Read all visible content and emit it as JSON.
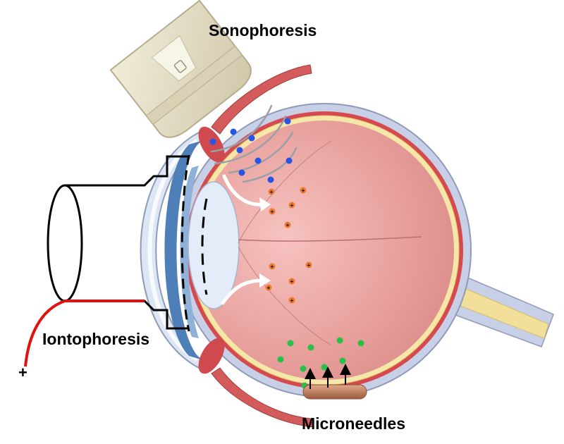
{
  "labels": {
    "sonophoresis": "Sonophoresis",
    "iontophoresis": "Iontophoresis",
    "microneedles": "Microneedles",
    "plus": "+",
    "particle_charge": "+"
  },
  "colors": {
    "sclera": "#c7d0e6",
    "choroid": "#d64a4f",
    "retina": "#f5e7a8",
    "vitreous": "#e9a3a0",
    "cornea": "#dde6f3",
    "lens": "#e3ecf8",
    "iris": "#4f7fb8",
    "probe": "#e6e0c8",
    "sono_particle": "#2756e6",
    "ionto_particle": "#ee7a30",
    "micro_particle": "#29c04a",
    "wire": "#e31010",
    "needle_patch": "#c98a6a"
  },
  "icons": {
    "probe": "ultrasound-probe-icon",
    "electrode": "iontophoresis-electrode-icon",
    "needles": "microneedle-patch-icon"
  }
}
